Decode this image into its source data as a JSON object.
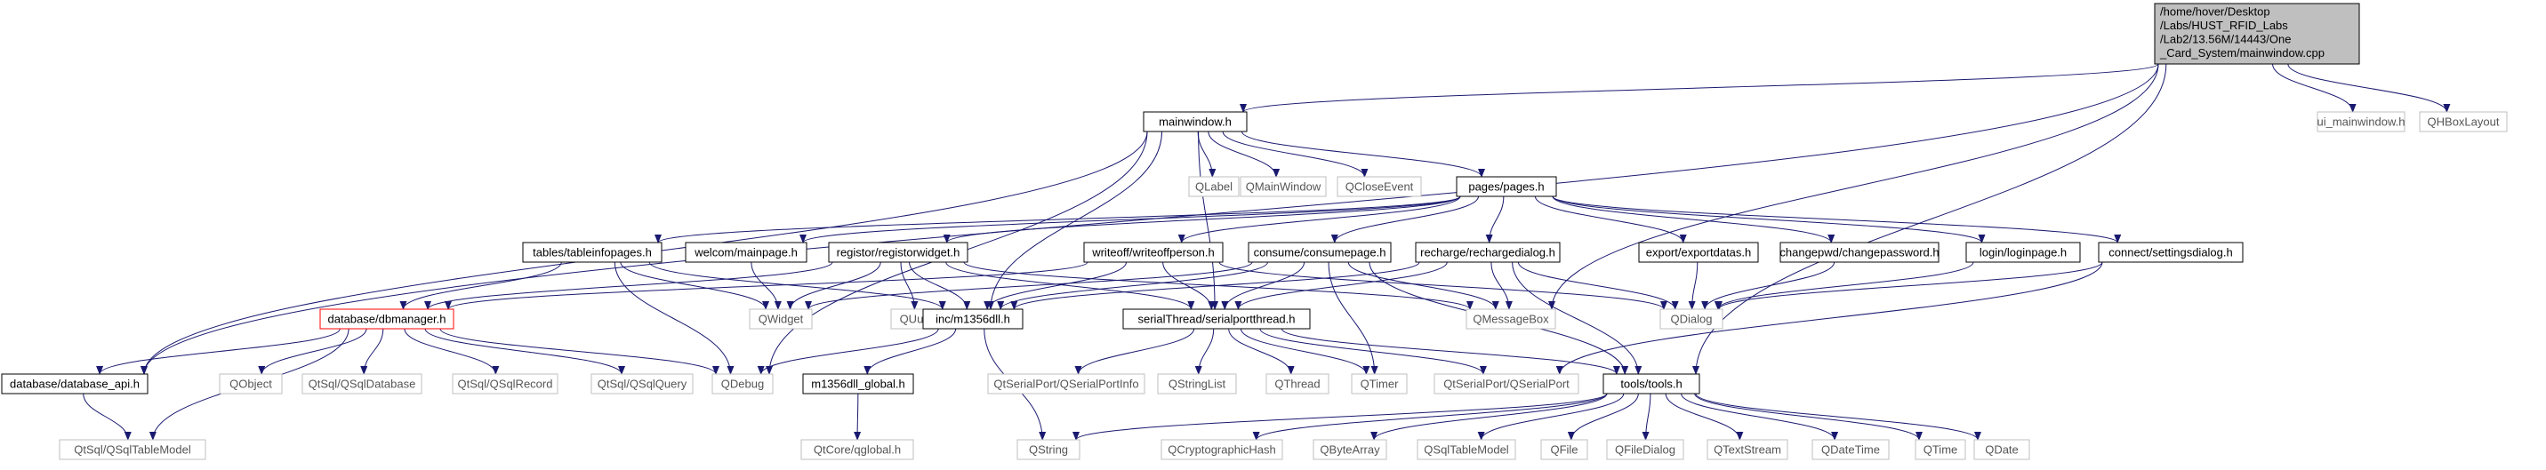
{
  "colors": {
    "edge": "#191970",
    "box_border": "#000000",
    "ext_border": "#bfbfbf",
    "highlight_border": "#ff0000",
    "root_fill": "#bfbfbf",
    "text": "#000000",
    "ext_text": "#555555"
  },
  "nodes": [
    {
      "id": "root",
      "label": "/home/hover/Desktop\n/Labs/HUST_RFID_Labs\n/Lab2/13.56M/14443/One\n_Card_System/mainwindow.cpp",
      "kind": "root"
    },
    {
      "id": "mainwindow_h",
      "label": "mainwindow.h",
      "kind": "local"
    },
    {
      "id": "ui_mainwindow_h",
      "label": "ui_mainwindow.h",
      "kind": "external"
    },
    {
      "id": "QHBoxLayout",
      "label": "QHBoxLayout",
      "kind": "external"
    },
    {
      "id": "QLabel",
      "label": "QLabel",
      "kind": "external"
    },
    {
      "id": "QMainWindow",
      "label": "QMainWindow",
      "kind": "external"
    },
    {
      "id": "QCloseEvent",
      "label": "QCloseEvent",
      "kind": "external"
    },
    {
      "id": "pages_h",
      "label": "pages/pages.h",
      "kind": "local"
    },
    {
      "id": "tableinfopages_h",
      "label": "tables/tableinfopages.h",
      "kind": "local"
    },
    {
      "id": "mainpage_h",
      "label": "welcom/mainpage.h",
      "kind": "local"
    },
    {
      "id": "registorwidget_h",
      "label": "registor/registorwidget.h",
      "kind": "local"
    },
    {
      "id": "writeoffperson_h",
      "label": "writeoff/writeoffperson.h",
      "kind": "local"
    },
    {
      "id": "consumepage_h",
      "label": "consume/consumepage.h",
      "kind": "local"
    },
    {
      "id": "rechargedialog_h",
      "label": "recharge/rechargedialog.h",
      "kind": "local"
    },
    {
      "id": "exportdatas_h",
      "label": "export/exportdatas.h",
      "kind": "local"
    },
    {
      "id": "changepassword_h",
      "label": "changepwd/changepassword.h",
      "kind": "local"
    },
    {
      "id": "loginpage_h",
      "label": "login/loginpage.h",
      "kind": "local"
    },
    {
      "id": "settingsdialog_h",
      "label": "connect/settingsdialog.h",
      "kind": "local"
    },
    {
      "id": "dbmanager_h",
      "label": "database/dbmanager.h",
      "kind": "highlight"
    },
    {
      "id": "QWidget",
      "label": "QWidget",
      "kind": "external"
    },
    {
      "id": "QUuid",
      "label": "QUuid",
      "kind": "external"
    },
    {
      "id": "m1356dll_h",
      "label": "inc/m1356dll.h",
      "kind": "local"
    },
    {
      "id": "serialportthread_h",
      "label": "serialThread/serialportthread.h",
      "kind": "local"
    },
    {
      "id": "QMessageBox",
      "label": "QMessageBox",
      "kind": "external"
    },
    {
      "id": "QDialog",
      "label": "QDialog",
      "kind": "external"
    },
    {
      "id": "database_api_h",
      "label": "database/database_api.h",
      "kind": "local"
    },
    {
      "id": "QObject",
      "label": "QObject",
      "kind": "external"
    },
    {
      "id": "QSqlDatabase",
      "label": "QtSql/QSqlDatabase",
      "kind": "external"
    },
    {
      "id": "QSqlRecord",
      "label": "QtSql/QSqlRecord",
      "kind": "external"
    },
    {
      "id": "QSqlQuery",
      "label": "QtSql/QSqlQuery",
      "kind": "external"
    },
    {
      "id": "QDebug",
      "label": "QDebug",
      "kind": "external"
    },
    {
      "id": "m1356dll_global_h",
      "label": "m1356dll_global.h",
      "kind": "local"
    },
    {
      "id": "QSerialPortInfo",
      "label": "QtSerialPort/QSerialPortInfo",
      "kind": "external"
    },
    {
      "id": "QStringList",
      "label": "QStringList",
      "kind": "external"
    },
    {
      "id": "QThread",
      "label": "QThread",
      "kind": "external"
    },
    {
      "id": "QTimer",
      "label": "QTimer",
      "kind": "external"
    },
    {
      "id": "QSerialPort",
      "label": "QtSerialPort/QSerialPort",
      "kind": "external"
    },
    {
      "id": "tools_h",
      "label": "tools/tools.h",
      "kind": "local"
    },
    {
      "id": "QSqlTableModel_sql",
      "label": "QtSql/QSqlTableModel",
      "kind": "external"
    },
    {
      "id": "qglobal_h",
      "label": "QtCore/qglobal.h",
      "kind": "external"
    },
    {
      "id": "QString",
      "label": "QString",
      "kind": "external"
    },
    {
      "id": "QCryptographicHash",
      "label": "QCryptographicHash",
      "kind": "external"
    },
    {
      "id": "QByteArray",
      "label": "QByteArray",
      "kind": "external"
    },
    {
      "id": "QSqlTableModel",
      "label": "QSqlTableModel",
      "kind": "external"
    },
    {
      "id": "QFile",
      "label": "QFile",
      "kind": "external"
    },
    {
      "id": "QFileDialog",
      "label": "QFileDialog",
      "kind": "external"
    },
    {
      "id": "QTextStream",
      "label": "QTextStream",
      "kind": "external"
    },
    {
      "id": "QDateTime",
      "label": "QDateTime",
      "kind": "external"
    },
    {
      "id": "QTime",
      "label": "QTime",
      "kind": "external"
    },
    {
      "id": "QDate",
      "label": "QDate",
      "kind": "external"
    }
  ],
  "edges": [
    [
      "root",
      "mainwindow_h"
    ],
    [
      "root",
      "ui_mainwindow_h"
    ],
    [
      "root",
      "QHBoxLayout"
    ],
    [
      "root",
      "QMessageBox"
    ],
    [
      "root",
      "tools_h"
    ],
    [
      "root",
      "database_api_h"
    ],
    [
      "mainwindow_h",
      "QLabel"
    ],
    [
      "mainwindow_h",
      "QMainWindow"
    ],
    [
      "mainwindow_h",
      "QCloseEvent"
    ],
    [
      "mainwindow_h",
      "pages_h"
    ],
    [
      "mainwindow_h",
      "m1356dll_h"
    ],
    [
      "mainwindow_h",
      "serialportthread_h"
    ],
    [
      "mainwindow_h",
      "QDebug"
    ],
    [
      "mainwindow_h",
      "database_api_h"
    ],
    [
      "pages_h",
      "tableinfopages_h"
    ],
    [
      "pages_h",
      "mainpage_h"
    ],
    [
      "pages_h",
      "registorwidget_h"
    ],
    [
      "pages_h",
      "writeoffperson_h"
    ],
    [
      "pages_h",
      "consumepage_h"
    ],
    [
      "pages_h",
      "rechargedialog_h"
    ],
    [
      "pages_h",
      "exportdatas_h"
    ],
    [
      "pages_h",
      "changepassword_h"
    ],
    [
      "pages_h",
      "loginpage_h"
    ],
    [
      "pages_h",
      "settingsdialog_h"
    ],
    [
      "tableinfopages_h",
      "dbmanager_h"
    ],
    [
      "tableinfopages_h",
      "QWidget"
    ],
    [
      "tableinfopages_h",
      "m1356dll_h"
    ],
    [
      "tableinfopages_h",
      "QDebug"
    ],
    [
      "mainpage_h",
      "QWidget"
    ],
    [
      "registorwidget_h",
      "dbmanager_h"
    ],
    [
      "registorwidget_h",
      "QWidget"
    ],
    [
      "registorwidget_h",
      "QUuid"
    ],
    [
      "registorwidget_h",
      "m1356dll_h"
    ],
    [
      "registorwidget_h",
      "serialportthread_h"
    ],
    [
      "registorwidget_h",
      "QMessageBox"
    ],
    [
      "writeoffperson_h",
      "dbmanager_h"
    ],
    [
      "writeoffperson_h",
      "m1356dll_h"
    ],
    [
      "writeoffperson_h",
      "serialportthread_h"
    ],
    [
      "writeoffperson_h",
      "QDialog"
    ],
    [
      "consumepage_h",
      "QWidget"
    ],
    [
      "consumepage_h",
      "m1356dll_h"
    ],
    [
      "consumepage_h",
      "serialportthread_h"
    ],
    [
      "consumepage_h",
      "QMessageBox"
    ],
    [
      "consumepage_h",
      "QTimer"
    ],
    [
      "consumepage_h",
      "tools_h"
    ],
    [
      "rechargedialog_h",
      "serialportthread_h"
    ],
    [
      "rechargedialog_h",
      "QMessageBox"
    ],
    [
      "rechargedialog_h",
      "QDialog"
    ],
    [
      "rechargedialog_h",
      "m1356dll_h"
    ],
    [
      "rechargedialog_h",
      "tools_h"
    ],
    [
      "exportdatas_h",
      "QDialog"
    ],
    [
      "changepassword_h",
      "QDialog"
    ],
    [
      "loginpage_h",
      "QDialog"
    ],
    [
      "settingsdialog_h",
      "QDialog"
    ],
    [
      "settingsdialog_h",
      "QSerialPort"
    ],
    [
      "dbmanager_h",
      "database_api_h"
    ],
    [
      "dbmanager_h",
      "QObject"
    ],
    [
      "dbmanager_h",
      "QSqlDatabase"
    ],
    [
      "dbmanager_h",
      "QSqlRecord"
    ],
    [
      "dbmanager_h",
      "QSqlQuery"
    ],
    [
      "dbmanager_h",
      "QDebug"
    ],
    [
      "dbmanager_h",
      "QSqlTableModel_sql"
    ],
    [
      "database_api_h",
      "QSqlTableModel_sql"
    ],
    [
      "m1356dll_h",
      "QDebug"
    ],
    [
      "m1356dll_h",
      "m1356dll_global_h"
    ],
    [
      "m1356dll_h",
      "QString"
    ],
    [
      "m1356dll_global_h",
      "qglobal_h"
    ],
    [
      "serialportthread_h",
      "QSerialPortInfo"
    ],
    [
      "serialportthread_h",
      "QStringList"
    ],
    [
      "serialportthread_h",
      "QThread"
    ],
    [
      "serialportthread_h",
      "QTimer"
    ],
    [
      "serialportthread_h",
      "QSerialPort"
    ],
    [
      "serialportthread_h",
      "tools_h"
    ],
    [
      "tools_h",
      "QString"
    ],
    [
      "tools_h",
      "QCryptographicHash"
    ],
    [
      "tools_h",
      "QByteArray"
    ],
    [
      "tools_h",
      "QSqlTableModel"
    ],
    [
      "tools_h",
      "QFile"
    ],
    [
      "tools_h",
      "QFileDialog"
    ],
    [
      "tools_h",
      "QTextStream"
    ],
    [
      "tools_h",
      "QDateTime"
    ],
    [
      "tools_h",
      "QTime"
    ],
    [
      "tools_h",
      "QDate"
    ]
  ]
}
